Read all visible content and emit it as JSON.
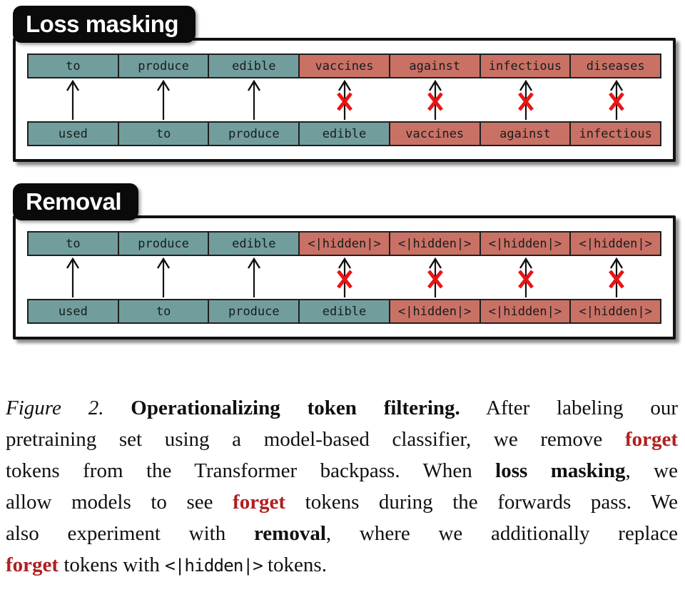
{
  "figure": {
    "panels": [
      {
        "label": "Loss masking",
        "top_row": [
          {
            "text": "to",
            "type": "keep"
          },
          {
            "text": "produce",
            "type": "keep"
          },
          {
            "text": "edible",
            "type": "keep"
          },
          {
            "text": "vaccines",
            "type": "forget"
          },
          {
            "text": "against",
            "type": "forget"
          },
          {
            "text": "infectious",
            "type": "forget"
          },
          {
            "text": "diseases",
            "type": "forget"
          }
        ],
        "bottom_row": [
          {
            "text": "used",
            "type": "keep"
          },
          {
            "text": "to",
            "type": "keep"
          },
          {
            "text": "produce",
            "type": "keep"
          },
          {
            "text": "edible",
            "type": "keep"
          },
          {
            "text": "vaccines",
            "type": "forget"
          },
          {
            "text": "against",
            "type": "forget"
          },
          {
            "text": "infectious",
            "type": "forget"
          }
        ],
        "crossed_arrows": [
          false,
          false,
          false,
          true,
          true,
          true,
          true
        ]
      },
      {
        "label": "Removal",
        "top_row": [
          {
            "text": "to",
            "type": "keep"
          },
          {
            "text": "produce",
            "type": "keep"
          },
          {
            "text": "edible",
            "type": "keep"
          },
          {
            "text": "<|hidden|>",
            "type": "forget"
          },
          {
            "text": "<|hidden|>",
            "type": "forget"
          },
          {
            "text": "<|hidden|>",
            "type": "forget"
          },
          {
            "text": "<|hidden|>",
            "type": "forget"
          }
        ],
        "bottom_row": [
          {
            "text": "used",
            "type": "keep"
          },
          {
            "text": "to",
            "type": "keep"
          },
          {
            "text": "produce",
            "type": "keep"
          },
          {
            "text": "edible",
            "type": "keep"
          },
          {
            "text": "<|hidden|>",
            "type": "forget"
          },
          {
            "text": "<|hidden|>",
            "type": "forget"
          },
          {
            "text": "<|hidden|>",
            "type": "forget"
          }
        ],
        "crossed_arrows": [
          false,
          false,
          false,
          true,
          true,
          true,
          true
        ]
      }
    ]
  },
  "caption": {
    "lines": [
      {
        "segments": [
          {
            "text": "Figure 2. ",
            "style": "italic"
          },
          {
            "text": "Operationalizing token filtering.",
            "style": "bold"
          },
          {
            "text": " After labeling our",
            "style": "plain"
          }
        ]
      },
      {
        "segments": [
          {
            "text": "pretraining set using a model-based classifier, we remove ",
            "style": "plain"
          },
          {
            "text": "forget",
            "style": "bold-red"
          }
        ]
      },
      {
        "segments": [
          {
            "text": "tokens from the Transformer backpass. When ",
            "style": "plain"
          },
          {
            "text": "loss masking",
            "style": "bold"
          },
          {
            "text": ", we",
            "style": "plain"
          }
        ]
      },
      {
        "segments": [
          {
            "text": "allow models to see ",
            "style": "plain"
          },
          {
            "text": "forget",
            "style": "bold-red"
          },
          {
            "text": " tokens during the forwards pass. We",
            "style": "plain"
          }
        ]
      },
      {
        "segments": [
          {
            "text": "also experiment with ",
            "style": "plain"
          },
          {
            "text": "removal",
            "style": "bold"
          },
          {
            "text": ", where we additionally replace",
            "style": "plain"
          }
        ]
      },
      {
        "segments": [
          {
            "text": "forget",
            "style": "bold-red"
          },
          {
            "text": " tokens with ",
            "style": "plain"
          },
          {
            "text": "<|hidden|>",
            "style": "mono"
          },
          {
            "text": " tokens.",
            "style": "plain"
          }
        ]
      }
    ]
  },
  "colors": {
    "keep-fill": "#719e9d",
    "forget-fill": "#ca7165",
    "cell-border": "#1f1f1f",
    "panel-border": "#111111",
    "cross-red": "#e81414",
    "caption-red": "#b02020",
    "tag-bg": "#0a0a0a"
  }
}
